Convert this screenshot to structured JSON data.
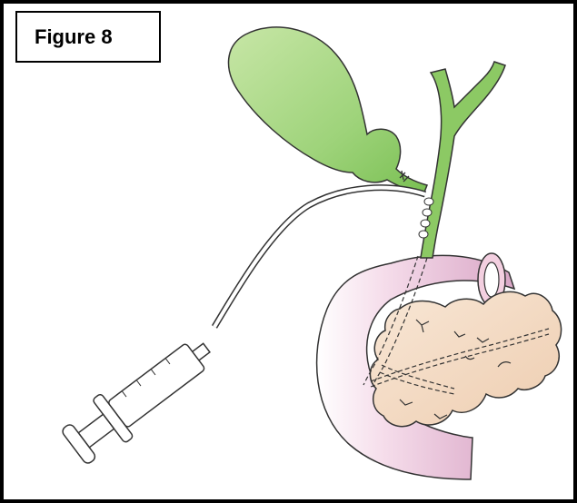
{
  "figure": {
    "label": "Figure 8"
  },
  "colors": {
    "gallbladder": "#a9d98b",
    "duct": "#7fc35a",
    "duodenum": "#f3d6e6",
    "duodenum_shade": "#d9a3c4",
    "pancreas": "#f4dcc6",
    "outline": "#222222"
  },
  "illustration": {
    "parts": [
      "gallbladder",
      "common-bile-duct",
      "catheter",
      "syringe",
      "duodenum",
      "pancreas",
      "gallstones"
    ]
  }
}
